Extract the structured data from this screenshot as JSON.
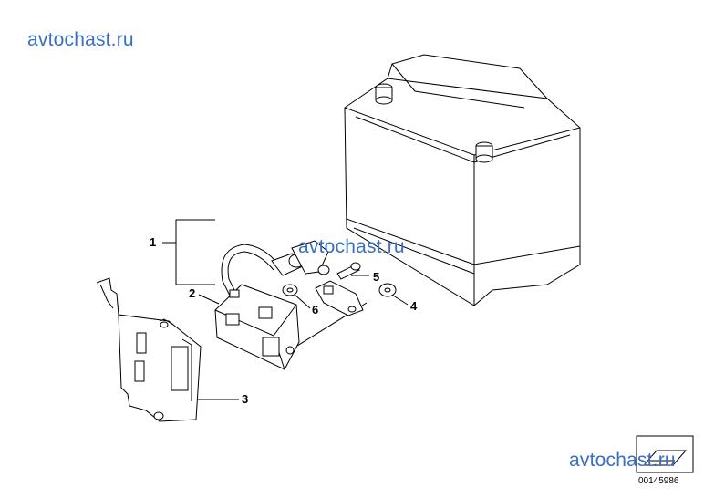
{
  "watermarks": {
    "top": "avtochast.ru",
    "middle": "avtochast.ru",
    "bottom": "avtochast.ru"
  },
  "callouts": {
    "c1": "1",
    "c2": "2",
    "c3": "3",
    "c4": "4",
    "c5": "5",
    "c6": "6"
  },
  "reference_code": "00145986"
}
